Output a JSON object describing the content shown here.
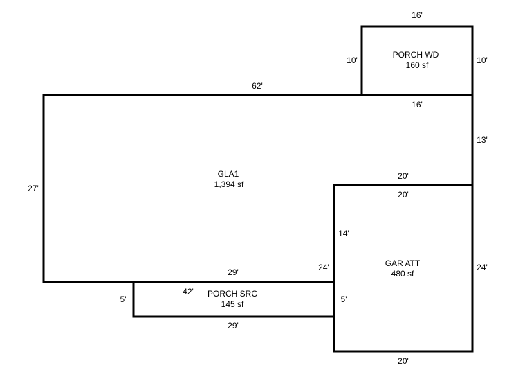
{
  "colors": {
    "background": "#ffffff",
    "line": "#000000",
    "text": "#000000"
  },
  "areas": {
    "porch_wd": {
      "name": "PORCH WD",
      "size": "160 sf",
      "dims": {
        "top": "16'",
        "left": "10'",
        "right": "10'",
        "bottom": "16'"
      }
    },
    "gla1": {
      "name": "GLA1",
      "size": "1,394 sf",
      "dims": {
        "top": "62'",
        "left": "27'",
        "right": "13'",
        "bottom": "29'",
        "step": "42'",
        "inner_vertical": "14'",
        "inner_lower": "24'"
      }
    },
    "gar_att": {
      "name": "GAR ATT",
      "size": "480 sf",
      "dims": {
        "top_outer": "20'",
        "top_inner": "20'",
        "right": "24'",
        "bottom": "20'"
      }
    },
    "porch_src": {
      "name": "PORCH SRC",
      "size": "145 sf",
      "dims": {
        "left": "5'",
        "right": "5'",
        "bottom": "29'"
      }
    }
  }
}
